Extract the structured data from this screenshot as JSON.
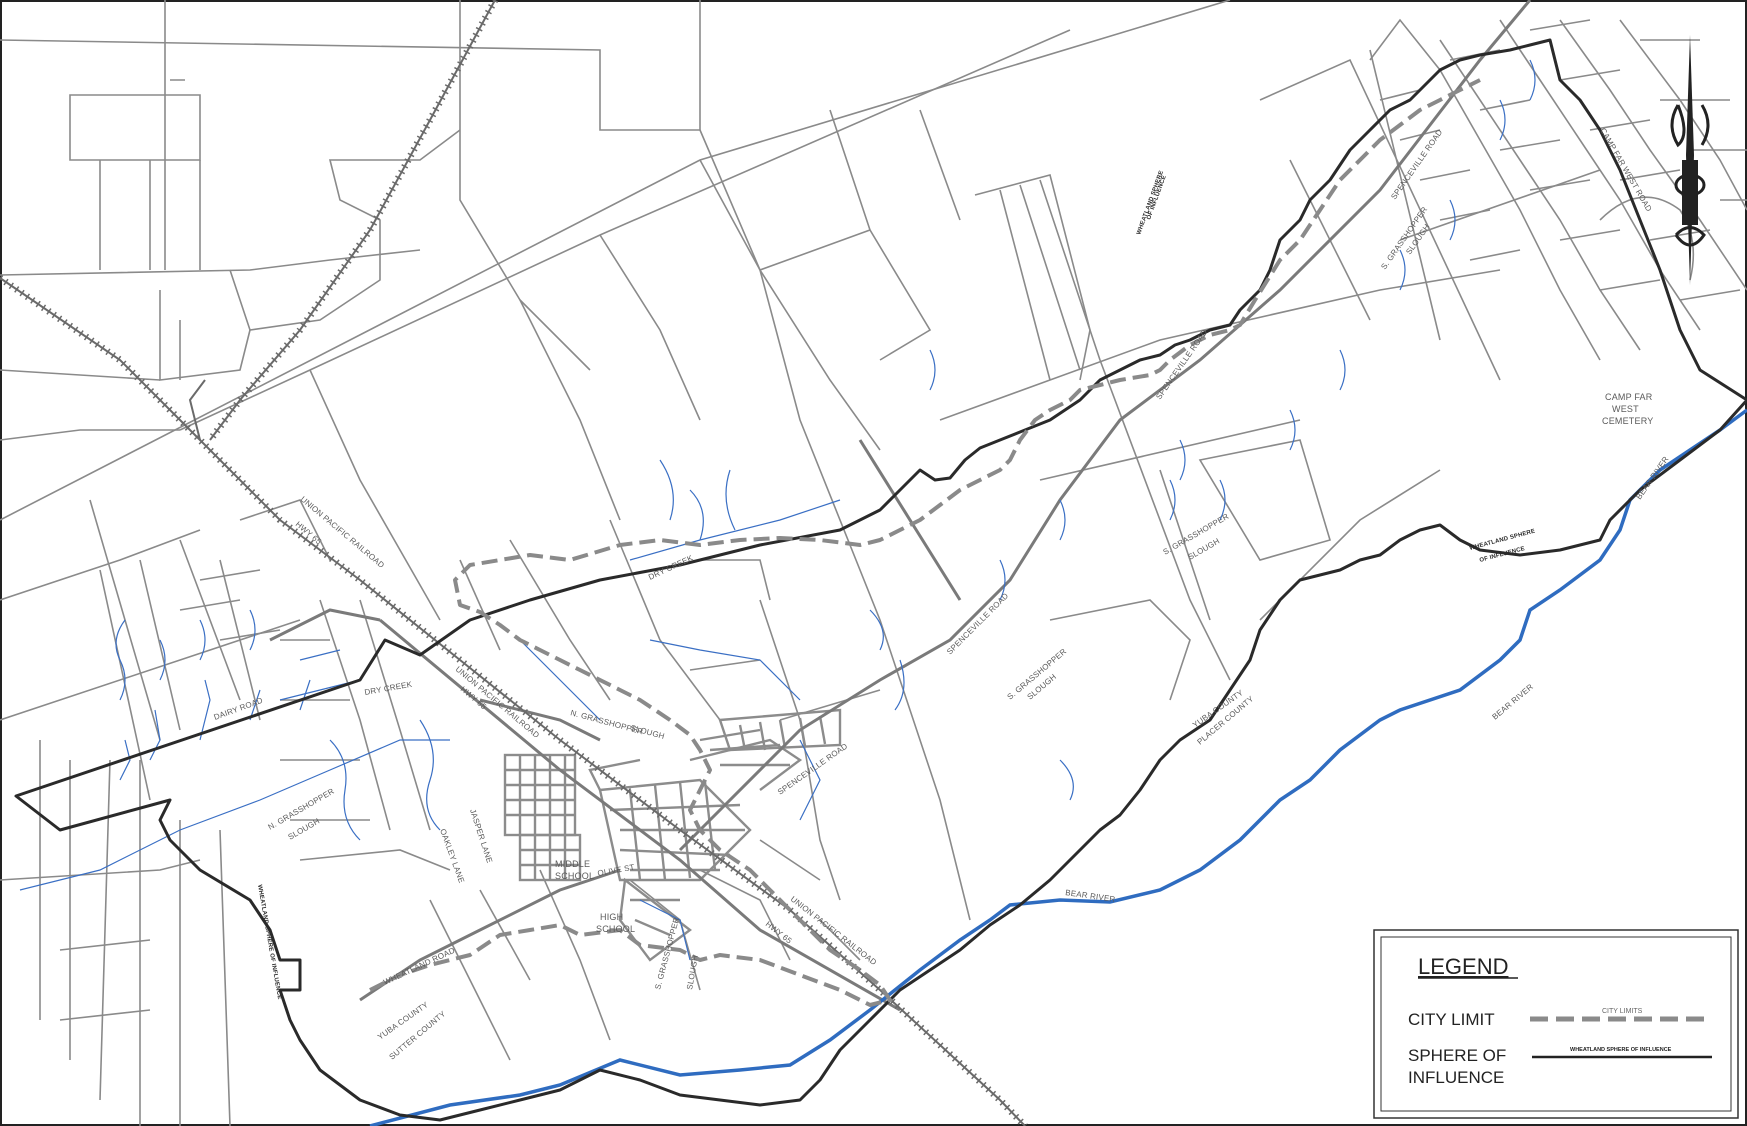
{
  "legend": {
    "title": "LEGEND",
    "city_limit_label": "CITY LIMIT",
    "city_limit_sample_text": "CITY LIMITS",
    "sphere_label_line1": "SPHERE OF",
    "sphere_label_line2": "INFLUENCE",
    "sphere_sample_text": "WHEATLAND SPHERE OF INFLUENCE"
  },
  "labels": {
    "union_pacific_railroad_nw": "UNION PACIFIC RAILROAD",
    "hwy65_nw": "HWY 65",
    "union_pacific_railroad_center": "UNION PACIFIC RAILROAD",
    "hwy65_center": "HWY 65",
    "union_pacific_railroad_se": "UNION PACIFIC RAILROAD",
    "hwy65_se": "HWY 65",
    "dry_creek_north": "DRY CREEK",
    "dry_creek_west": "DRY CREEK",
    "dairy_road": "DAIRY ROAD",
    "wheatland_road": "WHEATLAND ROAD",
    "spenceville_road_center": "SPENCEVILLE ROAD",
    "spenceville_road_mid": "SPENCEVILLE ROAD",
    "spenceville_road_north": "SPENCEVILLE ROAD",
    "spenceville_road_ne": "SPENCEVILLE ROAD",
    "camp_far_west_road": "CAMP FAR WEST ROAD",
    "camp_far_west_cemetery_1": "CAMP FAR",
    "camp_far_west_cemetery_2": "WEST",
    "camp_far_west_cemetery_3": "CEMETERY",
    "n_grasshopper_slough_1": "N. GRASSHOPPER",
    "n_grasshopper_slough_2": "SLOUGH",
    "w_grasshopper_slough_1": "N. GRASSHOPPER",
    "w_grasshopper_slough_2": "SLOUGH",
    "s_grasshopper_slough_center_1": "S. GRASSHOPPER",
    "s_grasshopper_slough_center_2": "SLOUGH",
    "s_grasshopper_slough_mid_1": "S. GRASSHOPPER",
    "s_grasshopper_slough_mid_2": "SLOUGH",
    "s_grasshopper_slough_east_1": "S. GRASSHOPPER",
    "s_grasshopper_slough_east_2": "SLOUGH",
    "s_grasshopper_slough_ne_1": "S. GRASSHOPPER",
    "s_grasshopper_slough_ne_2": "SLOUGH",
    "bear_river_south": "BEAR RIVER",
    "bear_river_mid": "BEAR RIVER",
    "bear_river_east": "BEAR RIVER",
    "middle_school_1": "MIDDLE",
    "middle_school_2": "SCHOOL",
    "high_school_1": "HIGH",
    "high_school_2": "SCHOOL",
    "olive_st": "OLIVE ST",
    "oakley_lane": "OAKLEY LANE",
    "jasper_lane": "JASPER LANE",
    "yuba_county_w": "YUBA COUNTY",
    "sutter_county": "SUTTER COUNTY",
    "yuba_county_e": "YUBA COUNTY",
    "placer_county": "PLACER COUNTY",
    "sphere_label_north_1": "WHEATLAND SPHERE",
    "sphere_label_north_2": "OF INFLUENCE",
    "sphere_label_east_1": "WHEATLAND SPHERE",
    "sphere_label_east_2": "OF INFLUENCE",
    "sphere_label_west": "WHEATLAND SPHERE OF INFLUENCE"
  },
  "colors": {
    "water": "#2f6cc0",
    "parcel": "#8a8a8a",
    "sphere": "#2a2a2a",
    "city_limit": "#8a8a8a"
  },
  "icons": {
    "north_arrow": "north-arrow-icon"
  }
}
